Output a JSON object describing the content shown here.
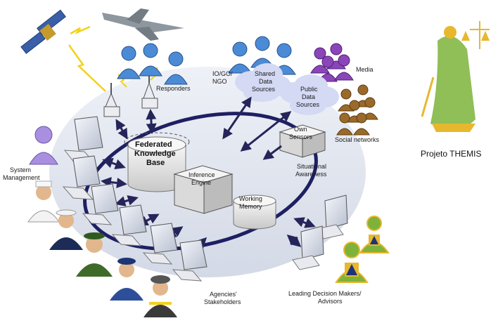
{
  "labels": {
    "responders": "Responders",
    "io_go_ngo_1": "IO/GO/",
    "io_go_ngo_2": "NGO",
    "shared_ds_1": "Shared",
    "shared_ds_2": "Data",
    "shared_ds_3": "Sources",
    "media": "Media",
    "public_ds_1": "Public",
    "public_ds_2": "Data",
    "public_ds_3": "Sources",
    "social_networks": "Social networks",
    "own_sensors_1": "Own",
    "own_sensors_2": "Sensors",
    "situational_1": "Situational",
    "situational_2": "Awareness",
    "federated_1": "Federated",
    "federated_2": "Knowledge",
    "federated_3": "Base",
    "inference_1": "Inference",
    "inference_2": "Engine",
    "working_1": "Working",
    "working_2": "Memory",
    "system_mgmt_1": "System",
    "system_mgmt_2": "Management",
    "agencies_1": "Agencies'",
    "agencies_2": "Stakeholders",
    "leading_1": "Leading Decision Makers/",
    "leading_2": "Advisors",
    "project_title": "Projeto THEMIS"
  },
  "colors": {
    "ellipse_fill": "#dde3ee",
    "ring": "#1f1f63",
    "arrow": "#25255a",
    "person_blue": "#4b8bd6",
    "person_purple": "#8a46b8",
    "person_brown": "#9b6a2a",
    "person_lavender": "#a98fe0",
    "cloud": "#d4d9f4",
    "accent_green": "#7db339",
    "accent_gold": "#e7b72e"
  }
}
